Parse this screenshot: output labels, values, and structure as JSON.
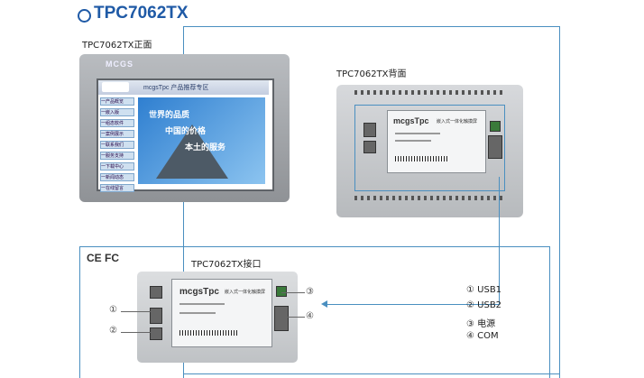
{
  "title": "TPC7062TX",
  "labels": {
    "front": "TPC7062TX正面",
    "back": "TPC7062TX背面",
    "interface": "TPC7062TX接口",
    "certs": "CE  FC"
  },
  "front_device": {
    "brand": "MCGS",
    "screen_header": "mcgsTpc 产品推荐专区",
    "screen_texts": [
      "世界的品质",
      "中国的价格",
      "本土的服务"
    ],
    "side_items": [
      "一产品概览",
      "一嵌入版",
      "一组态软件",
      "一案例展示",
      "一联系我们",
      "一服务支持",
      "一下载中心",
      "一新闻动态",
      "一在线留言"
    ]
  },
  "back_device": {
    "plate_brand": "mcgsTpc",
    "plate_subtitle": "嵌入式一体化触摸屏"
  },
  "interface_device": {
    "plate_brand": "mcgsTpc",
    "plate_subtitle": "嵌入式一体化触摸屏"
  },
  "callouts": {
    "left": [
      "①",
      "②"
    ],
    "right": [
      "③",
      "④"
    ]
  },
  "legend": [
    {
      "num": "①",
      "text": "USB1"
    },
    {
      "num": "②",
      "text": "USB2"
    },
    {
      "num": "③",
      "text": "电源"
    },
    {
      "num": "④",
      "text": "COM"
    }
  ],
  "colors": {
    "title": "#1f5aa6",
    "line": "#4a8fc0"
  }
}
